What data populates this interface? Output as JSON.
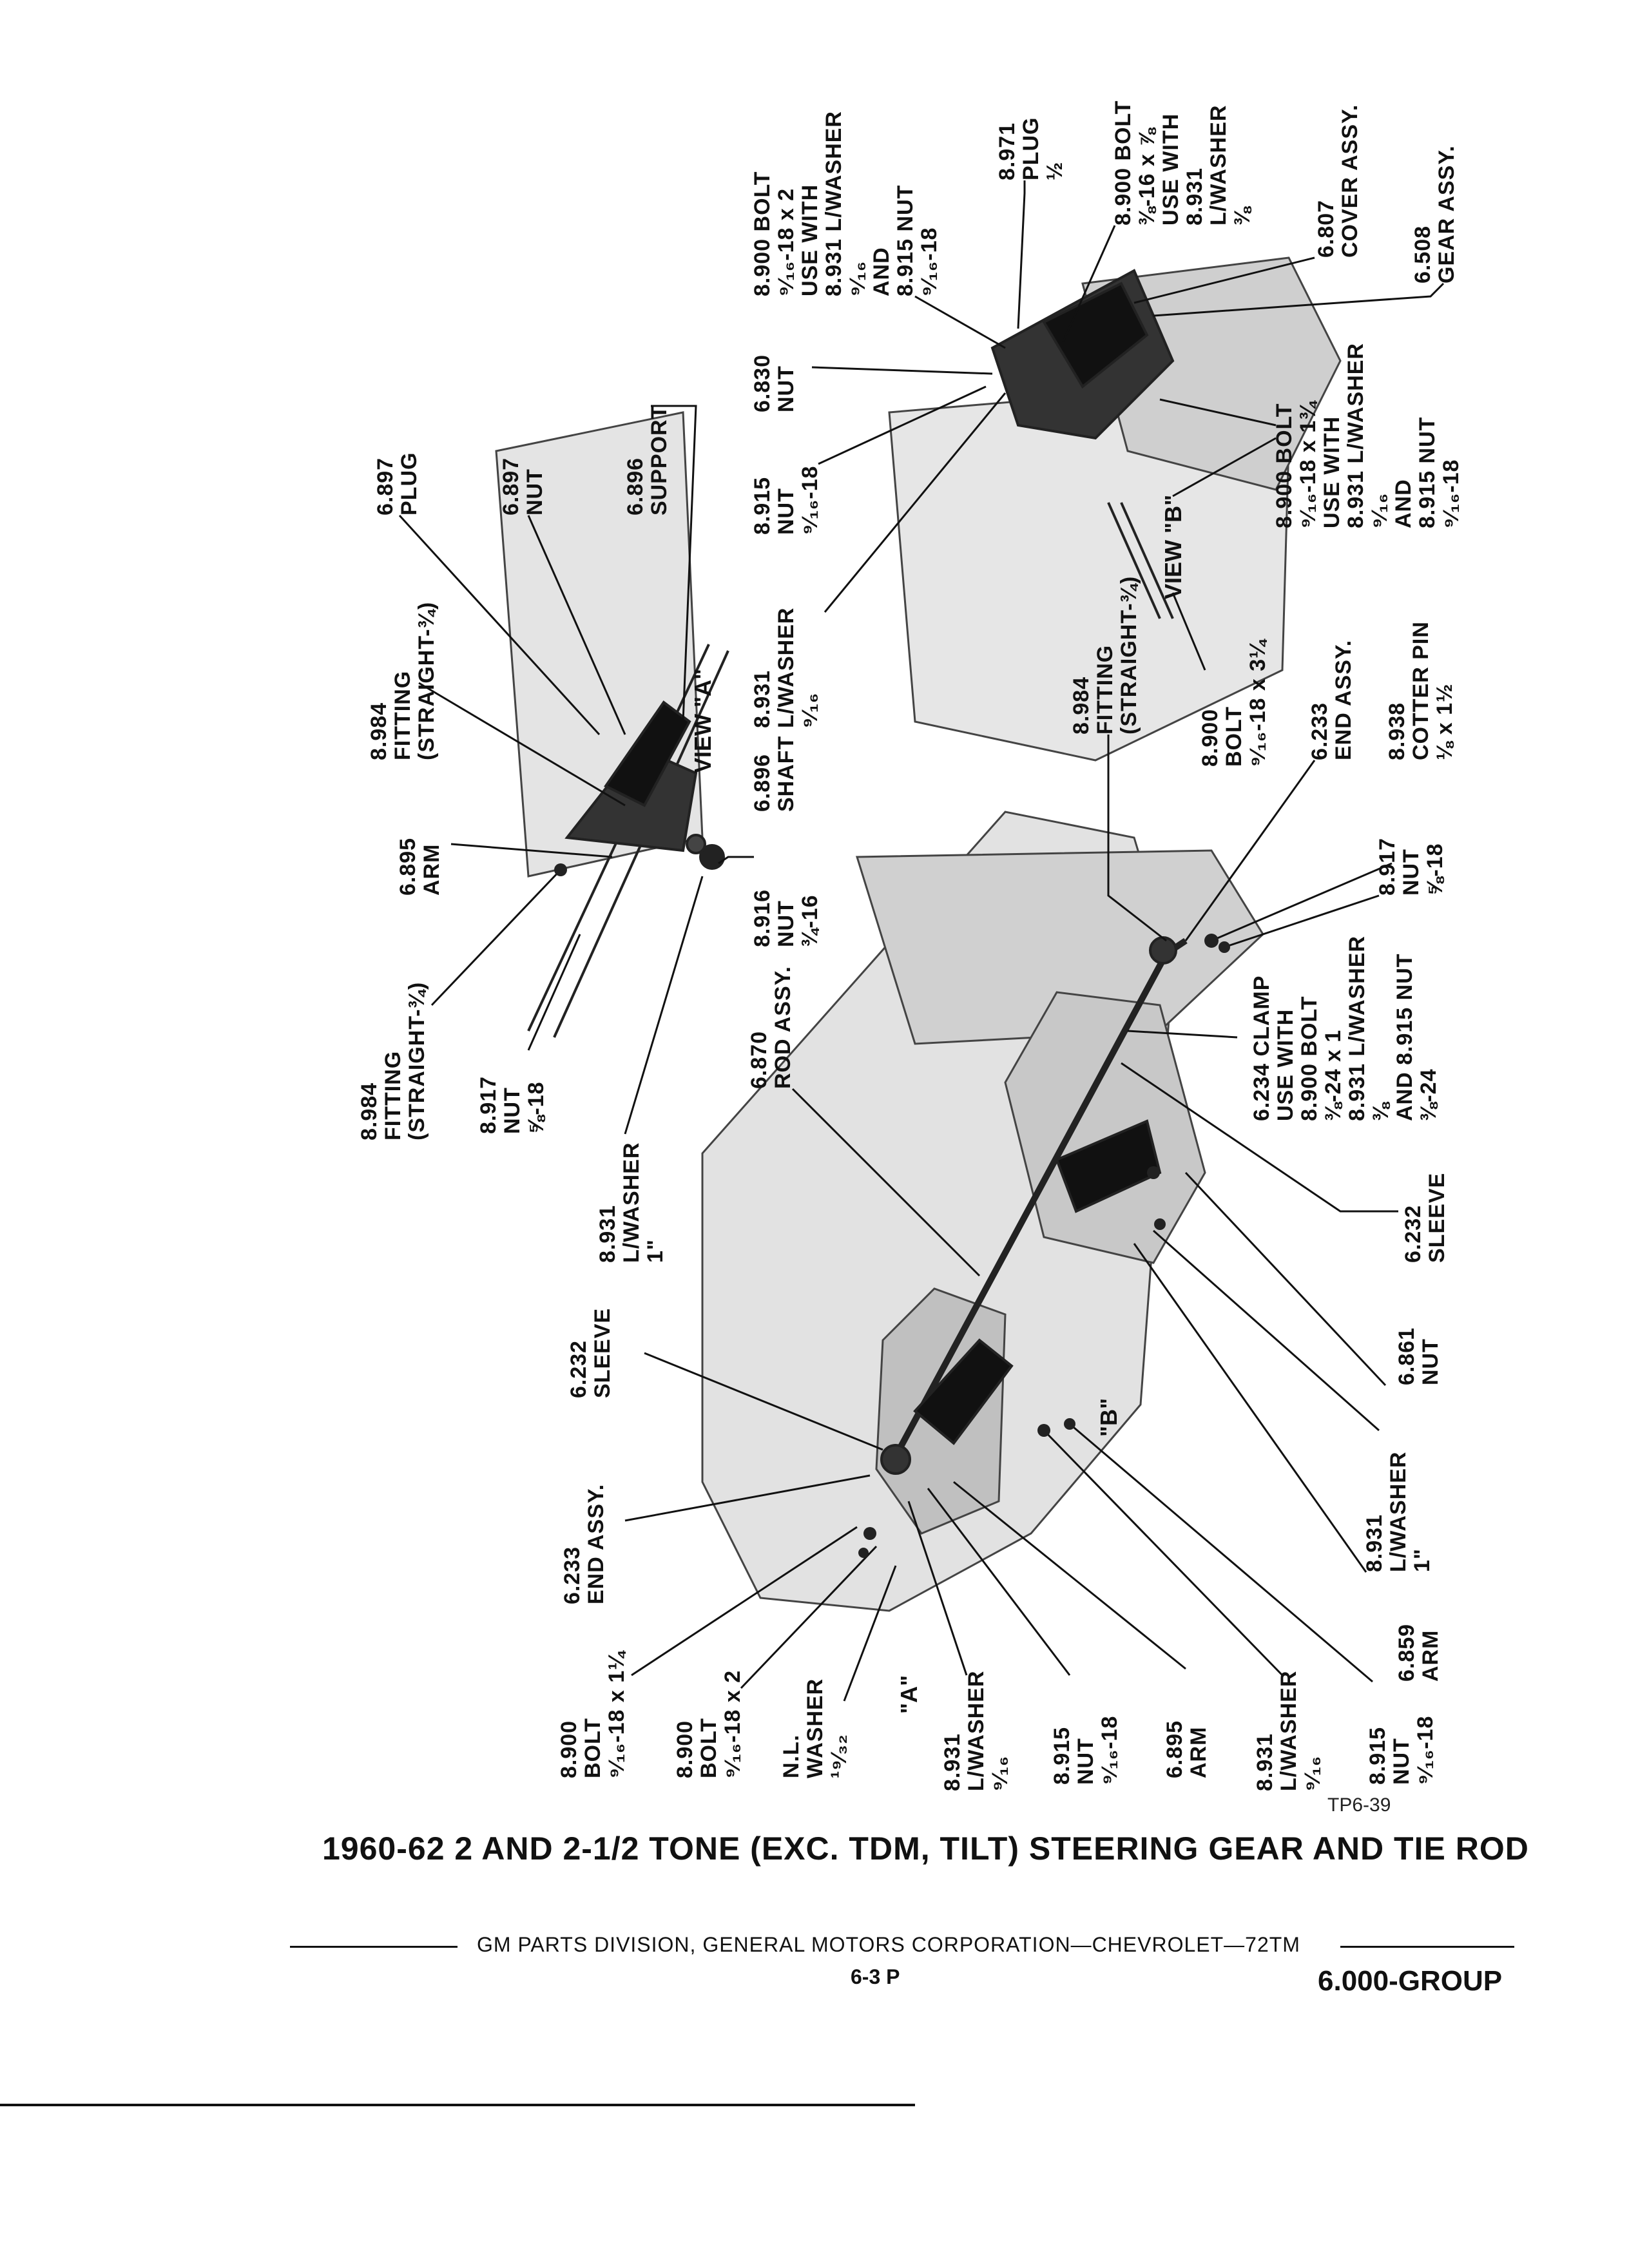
{
  "callouts": [
    {
      "id": "plug-a",
      "lines": [
        "6.897",
        "PLUG"
      ]
    },
    {
      "id": "nut-a",
      "lines": [
        "6.897",
        "NUT"
      ]
    },
    {
      "id": "support-a",
      "lines": [
        "6.896",
        "SUPPORT"
      ]
    },
    {
      "id": "fitting-a1",
      "lines": [
        "8.984",
        "FITTING",
        "(STRAIGHT-¾)"
      ]
    },
    {
      "id": "arm-a",
      "lines": [
        "6.895",
        "ARM"
      ]
    },
    {
      "id": "fitting-a2",
      "lines": [
        "8.984",
        "FITTING",
        "(STRAIGHT-¾)"
      ]
    },
    {
      "id": "nut-a2",
      "lines": [
        "8.917",
        "NUT",
        "⅝-18"
      ]
    },
    {
      "id": "lwasher-a",
      "lines": [
        "8.931",
        "L/WASHER",
        "1\""
      ]
    },
    {
      "id": "nut-shaft",
      "lines": [
        "8.916",
        "NUT",
        "¾-16"
      ]
    },
    {
      "id": "shaft-a",
      "lines": [
        "6.896",
        "SHAFT"
      ]
    },
    {
      "id": "lwasher-b1",
      "lines": [
        "8.931",
        "L/WASHER",
        "⁹⁄₁₆"
      ]
    },
    {
      "id": "nut-b1",
      "lines": [
        "8.915",
        "NUT",
        "⁹⁄₁₆-18"
      ]
    },
    {
      "id": "nut-b2",
      "lines": [
        "6.830",
        "NUT"
      ]
    },
    {
      "id": "bolt-b1",
      "lines": [
        "8.900 BOLT",
        "⁹⁄₁₆-18 x 2",
        "USE WITH",
        "8.931 L/WASHER",
        "⁹⁄₁₆",
        "AND",
        "8.915 NUT",
        "⁹⁄₁₆-18"
      ]
    },
    {
      "id": "plug-b",
      "lines": [
        "8.971",
        "PLUG",
        "½"
      ]
    },
    {
      "id": "bolt-b2",
      "lines": [
        "8.900 BOLT",
        "⅜-16 x ⅞",
        "USE WITH",
        "8.931",
        "L/WASHER",
        "⅜"
      ]
    },
    {
      "id": "cover-b",
      "lines": [
        "6.807",
        "COVER ASSY."
      ]
    },
    {
      "id": "gear-b",
      "lines": [
        "6.508",
        "GEAR ASSY."
      ]
    },
    {
      "id": "bolt-b3",
      "lines": [
        "8.900 BOLT",
        "⁹⁄₁₆-18 x 1¾",
        "USE WITH",
        "8.931 L/WASHER",
        "⁹⁄₁₆",
        "AND",
        "8.915 NUT",
        "⁹⁄₁₆-18"
      ]
    },
    {
      "id": "fitting-b",
      "lines": [
        "8.984",
        "FITTING",
        "(STRAIGHT-¾)"
      ]
    },
    {
      "id": "bolt-b4",
      "lines": [
        "8.900",
        "BOLT",
        "⁹⁄₁₆-18 x 3¼"
      ]
    },
    {
      "id": "end-b",
      "lines": [
        "6.233",
        "END ASSY."
      ]
    },
    {
      "id": "cotter",
      "lines": [
        "8.938",
        "COTTER PIN",
        "⅛ x 1½"
      ]
    },
    {
      "id": "nut-c",
      "lines": [
        "8.917",
        "NUT",
        "⅝-18"
      ]
    },
    {
      "id": "rod",
      "lines": [
        "6.870",
        "ROD ASSY."
      ]
    },
    {
      "id": "clamp",
      "lines": [
        "6.234 CLAMP",
        "USE WITH",
        "8.900 BOLT",
        "⅜-24 x 1",
        "8.931 L/WASHER",
        "⅜",
        "AND 8.915 NUT",
        "⅜-24"
      ]
    },
    {
      "id": "sleeve-1",
      "lines": [
        "6.232",
        "SLEEVE"
      ]
    },
    {
      "id": "sleeve-2",
      "lines": [
        "6.232",
        "SLEEVE"
      ]
    },
    {
      "id": "nut-d",
      "lines": [
        "6.861",
        "NUT"
      ]
    },
    {
      "id": "end-a",
      "lines": [
        "6.233",
        "END ASSY."
      ]
    },
    {
      "id": "lwasher-c",
      "lines": [
        "8.931",
        "L/WASHER",
        "1\""
      ]
    },
    {
      "id": "arm-b",
      "lines": [
        "6.859",
        "ARM"
      ]
    },
    {
      "id": "bolt-c1",
      "lines": [
        "8.900",
        "BOLT",
        "⁹⁄₁₆-18 x 1¼"
      ]
    },
    {
      "id": "bolt-c2",
      "lines": [
        "8.900",
        "BOLT",
        "⁹⁄₁₆-18 x 2"
      ]
    },
    {
      "id": "nl-washer",
      "lines": [
        "N.L.",
        "WASHER",
        "¹⁹⁄₃₂"
      ]
    },
    {
      "id": "lwasher-d",
      "lines": [
        "8.931",
        "L/WASHER",
        "⁹⁄₁₆"
      ]
    },
    {
      "id": "nut-e",
      "lines": [
        "8.915",
        "NUT",
        "⁹⁄₁₆-18"
      ]
    },
    {
      "id": "arm-c",
      "lines": [
        "6.895",
        "ARM"
      ]
    },
    {
      "id": "lwasher-e",
      "lines": [
        "8.931",
        "L/WASHER",
        "⁹⁄₁₆"
      ]
    },
    {
      "id": "nut-f",
      "lines": [
        "8.915",
        "NUT",
        "⁹⁄₁₆-18"
      ]
    }
  ],
  "view_labels": {
    "view_a": "VIEW \"A\"",
    "view_b": "VIEW \"B\"",
    "marker_a": "\"A\"",
    "marker_b": "\"B\""
  },
  "figure_code": "TP6-39",
  "title": "1960-62 2 AND 2-1/2 TONE (EXC. TDM, TILT) STEERING GEAR AND TIE ROD",
  "footer": {
    "source": "GM PARTS DIVISION, GENERAL MOTORS CORPORATION—CHEVROLET—72TM",
    "page": "6-3 P",
    "group": "6.000-GROUP"
  }
}
